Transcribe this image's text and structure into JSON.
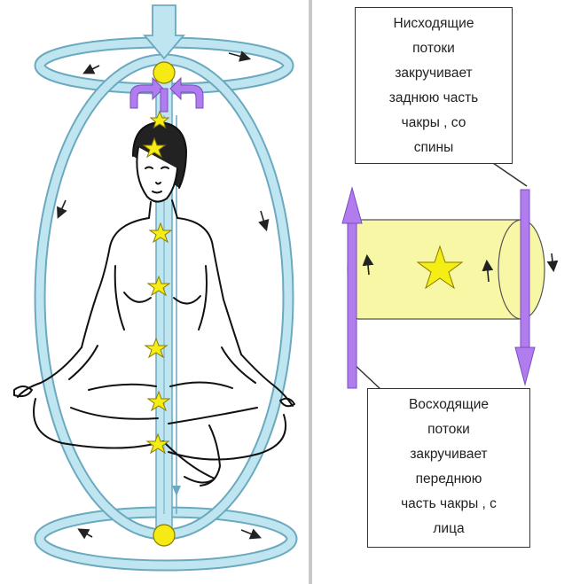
{
  "callouts": {
    "descending": {
      "lines": [
        "Нисходящие",
        "потоки",
        "закручивает",
        "заднюю часть",
        "чакры  ,  со",
        "спины"
      ]
    },
    "ascending": {
      "lines": [
        "Восходящие",
        "потоки",
        "закручивает",
        "переднюю",
        "часть чакры ,  с",
        "лица"
      ]
    }
  },
  "colors": {
    "flow_blue": "#bfe6f0",
    "flow_outline": "#6aa9c0",
    "flow_violet": "#b07cee",
    "chakra_star": "#f5ee14",
    "chakra_ball": "#f5ea14",
    "cylinder_fill": "#f7f7a6"
  },
  "icons": {
    "chakra": "star-icon",
    "pole": "yellow-circle-icon",
    "rotation": "arrow-icon"
  }
}
